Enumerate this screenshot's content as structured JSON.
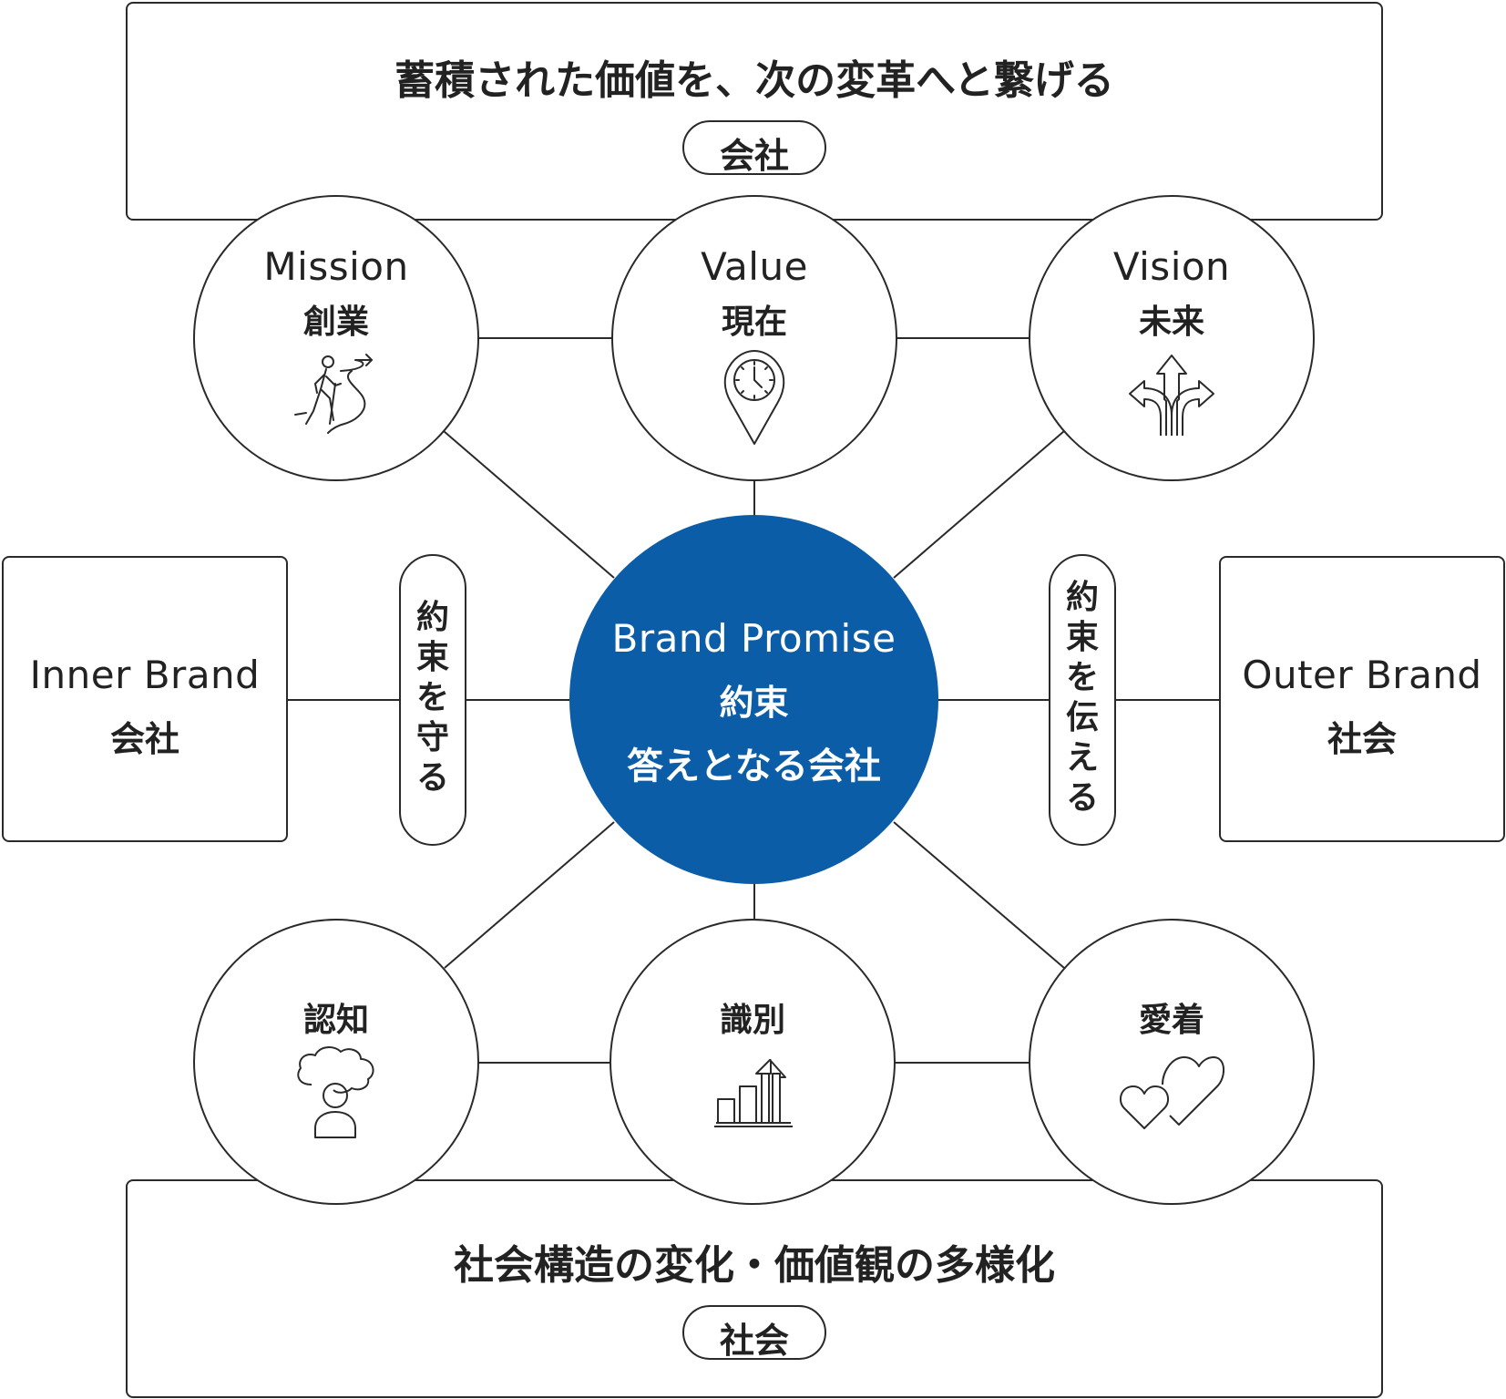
{
  "top_panel": {
    "heading": "蓄積された価値を、次の変革へと繋げる",
    "tag": "会社"
  },
  "bottom_panel": {
    "heading": "社会構造の変化・価値観の多様化",
    "tag": "社会"
  },
  "circles_top": [
    {
      "en": "Mission",
      "ja": "創業",
      "icon": "walking-path-icon"
    },
    {
      "en": "Value",
      "ja": "現在",
      "icon": "clock-pin-icon"
    },
    {
      "en": "Vision",
      "ja": "未来",
      "icon": "crossroads-arrows-icon"
    }
  ],
  "circles_bottom": [
    {
      "ja": "認知",
      "icon": "person-thought-cloud-icon"
    },
    {
      "ja": "識別",
      "icon": "bar-chart-growth-icon"
    },
    {
      "ja": "愛着",
      "icon": "two-hearts-icon"
    }
  ],
  "center": {
    "en": "Brand Promise",
    "line1": "約束",
    "line2": "答えとなる会社"
  },
  "left_box": {
    "en": "Inner Brand",
    "ja": "会社"
  },
  "right_box": {
    "en": "Outer Brand",
    "ja": "社会"
  },
  "left_pill": {
    "chars": [
      "約",
      "束",
      "を",
      "守",
      "る"
    ]
  },
  "right_pill": {
    "chars": [
      "約",
      "束",
      "を",
      "伝",
      "え",
      "る"
    ]
  },
  "colors": {
    "accent": "#0b5da8",
    "line": "#2a2a2a"
  }
}
